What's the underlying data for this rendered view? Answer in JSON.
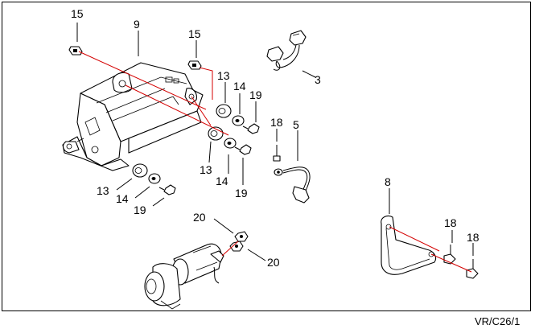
{
  "diagram": {
    "reference": "VR/C26/1",
    "callouts": [
      {
        "id": "c15a",
        "text": "15"
      },
      {
        "id": "c9",
        "text": "9"
      },
      {
        "id": "c15b",
        "text": "15"
      },
      {
        "id": "c3",
        "text": "3"
      },
      {
        "id": "c13a",
        "text": "13"
      },
      {
        "id": "c14a",
        "text": "14"
      },
      {
        "id": "c19a",
        "text": "19"
      },
      {
        "id": "c18a",
        "text": "18"
      },
      {
        "id": "c5",
        "text": "5"
      },
      {
        "id": "c13b",
        "text": "13"
      },
      {
        "id": "c14b",
        "text": "14"
      },
      {
        "id": "c19b",
        "text": "19"
      },
      {
        "id": "c13c",
        "text": "13"
      },
      {
        "id": "c14c",
        "text": "14"
      },
      {
        "id": "c19c",
        "text": "19"
      },
      {
        "id": "c20a",
        "text": "20"
      },
      {
        "id": "c20b",
        "text": "20"
      },
      {
        "id": "c8",
        "text": "8"
      },
      {
        "id": "c18b",
        "text": "18"
      },
      {
        "id": "c18c",
        "text": "18"
      }
    ]
  }
}
